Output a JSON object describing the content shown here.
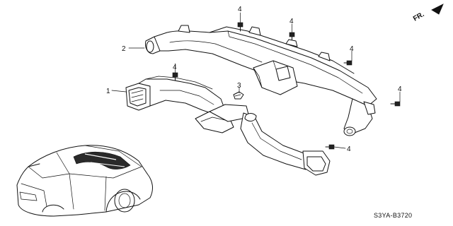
{
  "diagram": {
    "part_code": "S3YA-B3720",
    "orientation_label": "FR.",
    "callouts": {
      "c1": "1",
      "c2": "2",
      "c3": "3",
      "c4a": "4",
      "c4b": "4",
      "c4c": "4",
      "c4d": "4",
      "c4e": "4",
      "c4f": "4"
    }
  }
}
